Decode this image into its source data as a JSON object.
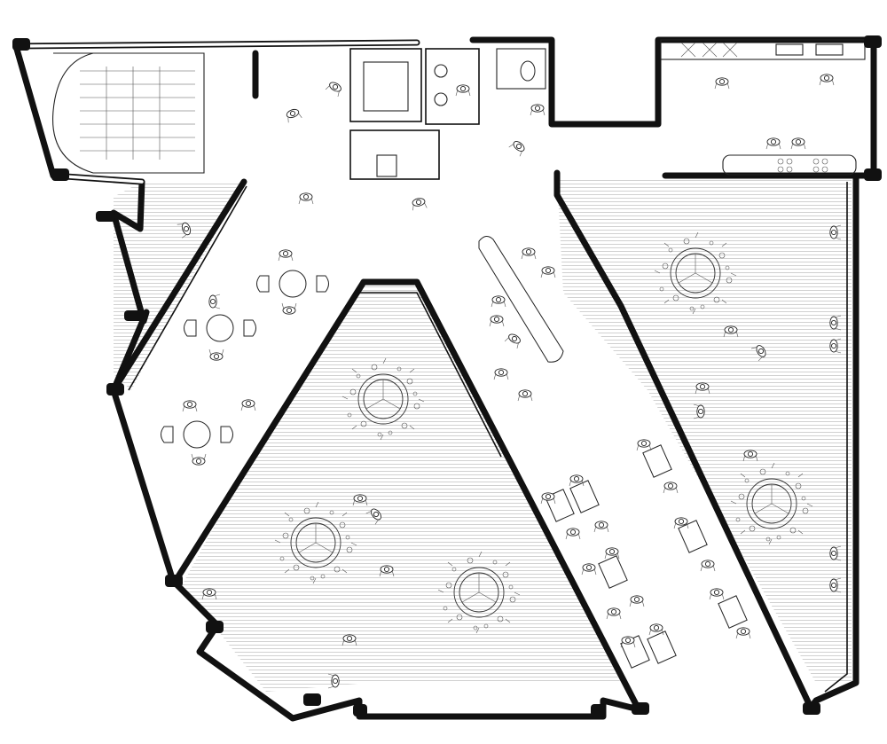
{
  "plan": {
    "elements": {
      "stairs": "spiral-stair",
      "elevator": "lift-core",
      "restroom": "wc",
      "kitchen": "kitchen-counter",
      "bar": "bar-counter",
      "deck_pattern": "wood-decking"
    },
    "icons": [
      "person-icon",
      "tree-icon",
      "chair-icon",
      "table-icon",
      "stove-icon",
      "sink-icon",
      "toilet-icon"
    ],
    "colors": {
      "line": "#111111",
      "deck": "#cccccc",
      "background": "#ffffff"
    }
  }
}
